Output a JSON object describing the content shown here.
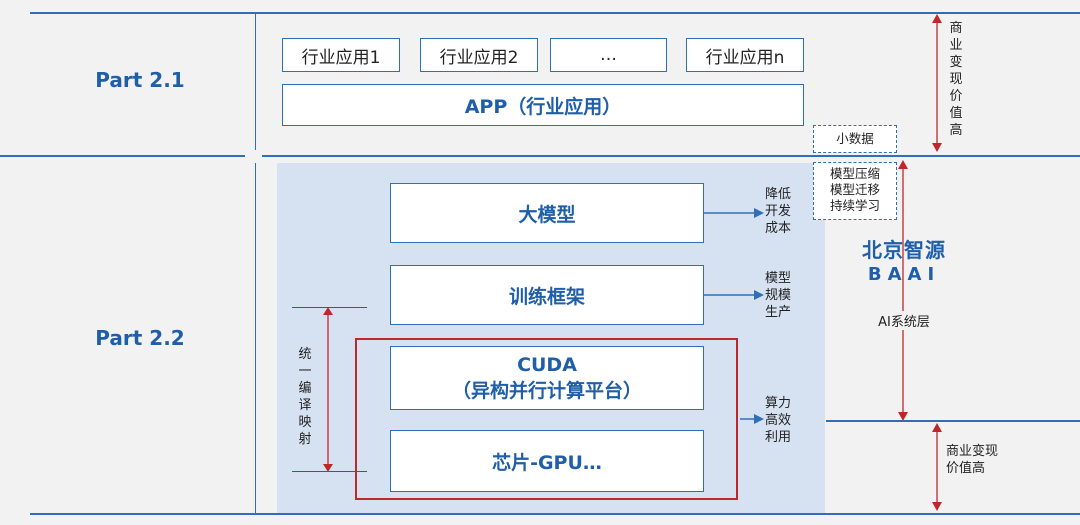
{
  "parts": {
    "part21": "Part 2.1",
    "part22": "Part 2.2"
  },
  "apps": [
    "行业应用1",
    "行业应用2",
    "…",
    "行业应用n"
  ],
  "app_bar": "APP（行业应用）",
  "layers": {
    "big_model": "大模型",
    "framework": "训练框架",
    "cuda_line1": "CUDA",
    "cuda_line2": "（异构并行计算平台）",
    "chip": "芯片-GPU…"
  },
  "notes": {
    "big_model": [
      "降低",
      "开发",
      "成本"
    ],
    "framework": [
      "模型",
      "规模",
      "生产"
    ],
    "compute": [
      "算力",
      "高效",
      "利用"
    ]
  },
  "unified": [
    "统",
    "一",
    "编",
    "译",
    "映",
    "射"
  ],
  "small_data": "小数据",
  "model_ops": [
    "模型压缩",
    "模型迁移",
    "持续学习"
  ],
  "baai": {
    "cn": "北京智源",
    "en": "BAAI"
  },
  "ai_layer": "AI系统层",
  "top_value": [
    "商",
    "业",
    "变",
    "现",
    "价",
    "值",
    "高"
  ],
  "bottom_value": [
    "商业变现",
    "价值高"
  ],
  "colors": {
    "blue": "#2f6fb8",
    "red": "#c0272d",
    "panel": "#d6e2f1"
  }
}
